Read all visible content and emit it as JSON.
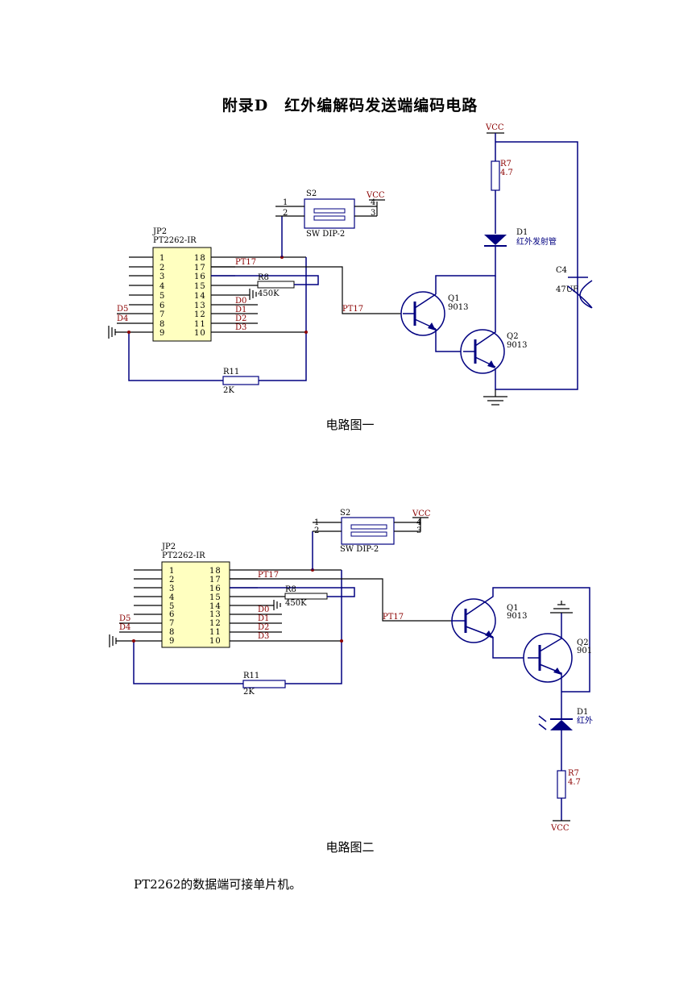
{
  "title": "附录D　红外编解码发送端编码电路",
  "caption1": "电路图一",
  "caption2": "电路图二",
  "note": "PT2262的数据端可接单片机。",
  "circuit1": {
    "vcc_top": "VCC",
    "vcc_switch": "VCC",
    "r7_name": "R7",
    "r7_value": "4.7",
    "d1_name": "D1",
    "d1_desc": "红外发射管",
    "c4_name": "C4",
    "c4_value": "47UF",
    "s2_name": "S2",
    "s2_model": "SW DIP-2",
    "jp2_name": "JP2",
    "jp2_model": "PT2262-IR",
    "r8_name": "R8",
    "r8_value": "450K",
    "r11_name": "R11",
    "r11_value": "2K",
    "q1_name": "Q1",
    "q1_model": "9013",
    "q2_name": "Q2",
    "q2_model": "9013",
    "net_pt17_a": "PT17",
    "net_pt17_b": "PT17",
    "d0": "D0",
    "d1": "D1",
    "d2": "D2",
    "d3": "D3",
    "d4": "D4",
    "d5": "D5",
    "left_pins": [
      "1",
      "2",
      "3",
      "4",
      "5",
      "6",
      "7",
      "8",
      "9"
    ],
    "right_pins": [
      "18",
      "17",
      "16",
      "15",
      "14",
      "13",
      "12",
      "11",
      "10"
    ],
    "s2_pins": [
      "1",
      "2",
      "4",
      "3"
    ]
  },
  "circuit2": {
    "vcc_switch": "VCC",
    "vcc_bottom": "VCC",
    "r7_name": "R7",
    "r7_value": "4.7",
    "d1_name": "D1",
    "d1_desc": "红外",
    "s2_name": "S2",
    "s2_model": "SW DIP-2",
    "jp2_name": "JP2",
    "jp2_model": "PT2262-IR",
    "r8_name": "R8",
    "r8_value": "450K",
    "r11_name": "R11",
    "r11_value": "2K",
    "q1_name": "Q1",
    "q1_model": "9013",
    "q2_name": "Q2",
    "q2_model": "901",
    "net_pt17_a": "PT17",
    "net_pt17_b": "PT17",
    "d0": "D0",
    "d1": "D1",
    "d2": "D2",
    "d3": "D3",
    "d4": "D4",
    "d5": "D5",
    "left_pins": [
      "1",
      "2",
      "3",
      "4",
      "5",
      "6",
      "7",
      "8",
      "9"
    ],
    "right_pins": [
      "18",
      "17",
      "16",
      "15",
      "14",
      "13",
      "12",
      "11",
      "10"
    ],
    "s2_pins": [
      "1",
      "2",
      "4",
      "3"
    ]
  }
}
